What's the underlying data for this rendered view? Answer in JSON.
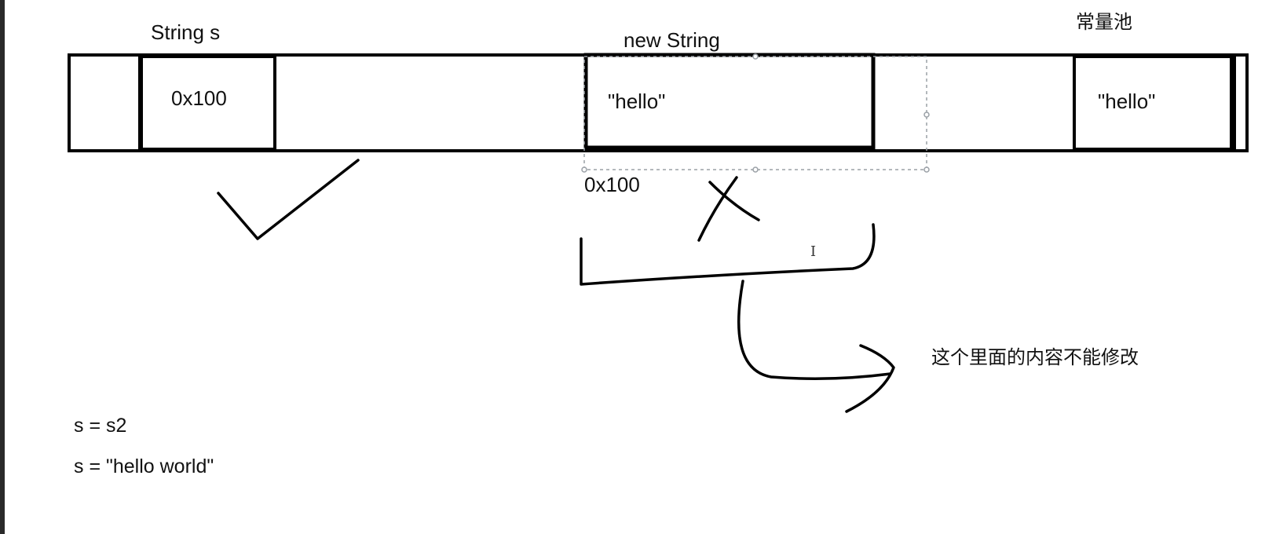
{
  "labels": {
    "string_s": "String s",
    "new_string": "new String",
    "constant_pool": "常量池",
    "ref_value": "0x100",
    "heap_value": "\"hello\"",
    "pool_value": "\"hello\"",
    "heap_address": "0x100",
    "note": "这个里面的内容不能修改",
    "cursor": "I"
  },
  "code": {
    "line1": "s = s2",
    "line2": "s = \"hello world\""
  }
}
